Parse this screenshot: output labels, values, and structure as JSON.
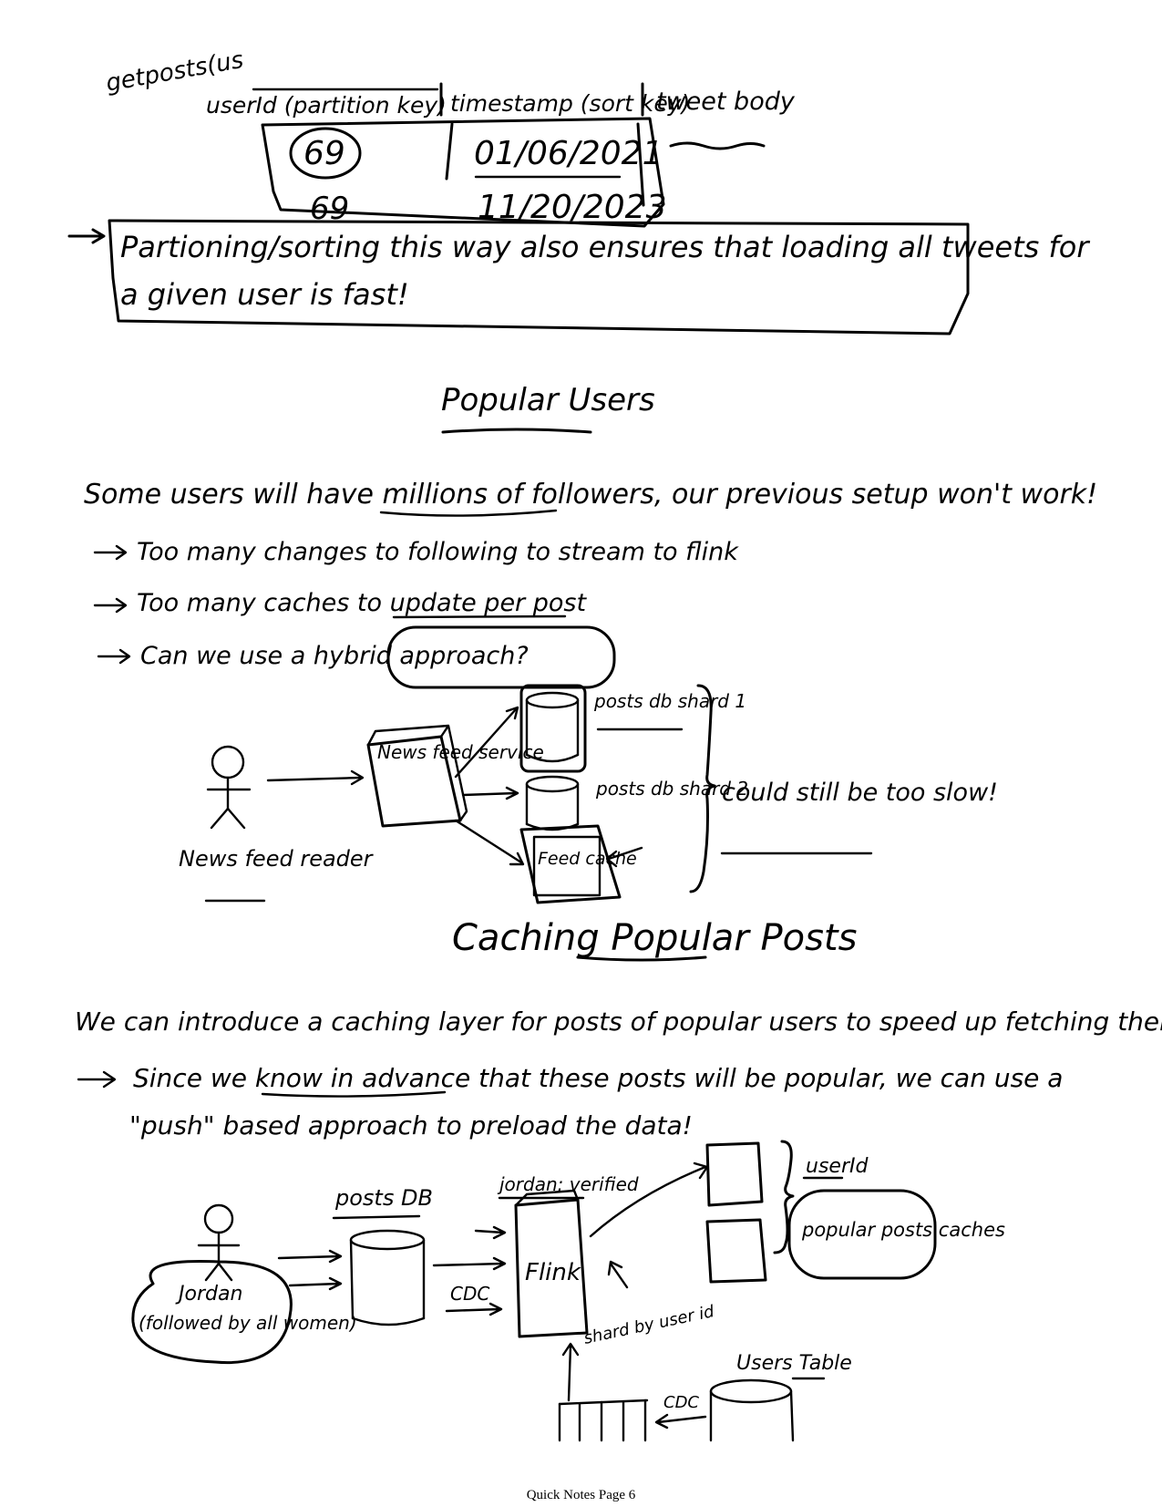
{
  "top": {
    "cut_label": "getposts(us",
    "table_headers": [
      "userId (partition key)",
      "timestamp (sort key)",
      "tweet body"
    ],
    "rows": [
      {
        "user_id": "69",
        "timestamp": "01/06/2021"
      },
      {
        "user_id": "69",
        "timestamp": "11/20/2023"
      }
    ],
    "note_line1": "Partioning/sorting this way also ensures that loading all tweets for",
    "note_line2": "a given user is fast!"
  },
  "popular_users": {
    "heading": "Popular Users",
    "intro_start": "Some users will have ",
    "intro_underlined": "millions of followers",
    "intro_end": ", our previous setup won't work!",
    "bullets": [
      "Too many changes to following to stream to flink",
      "Too many caches to update per post",
      "Can we use a hybrid approach?"
    ],
    "diagram": {
      "actor": "News feed reader",
      "service": "News feed service",
      "shard1": "posts db shard 1",
      "shard2": "posts db shard 2",
      "cache": "Feed cache",
      "note": "could still be too slow!"
    }
  },
  "caching": {
    "heading": "Caching Popular Posts",
    "intro": "We can introduce a caching layer for posts of popular users to speed up fetching them!",
    "bullet_line1": "Since we know in advance that these posts will be popular, we can use a",
    "bullet_line2": "\"push\" based approach to preload the data!",
    "diagram": {
      "actor": "Jordan",
      "actor_note": "(followed by all women)",
      "posts_db": "posts DB",
      "cdc1": "CDC",
      "verified": "jordan: verified",
      "flink": "Flink",
      "shard_note": "shard by user id",
      "user_id": "userId",
      "caches": "popular posts caches",
      "cdc2": "CDC",
      "users_table": "Users Table"
    }
  },
  "footer": "Quick Notes Page 6"
}
